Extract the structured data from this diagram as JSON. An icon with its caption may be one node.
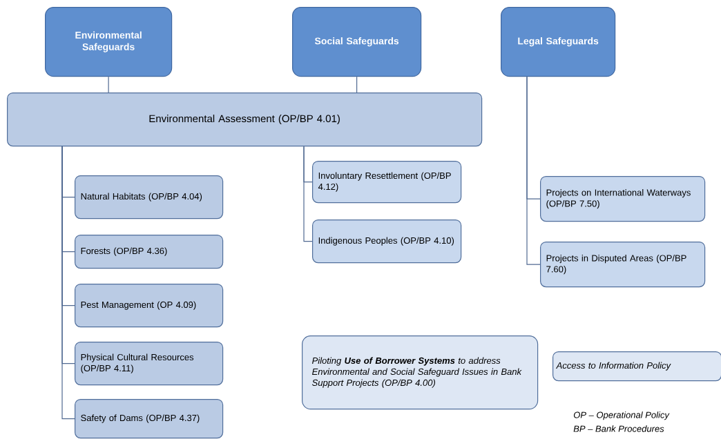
{
  "diagram": {
    "nodes": [
      {
        "text": [
          "Environmental Safeguards"
        ]
      },
      {
        "text": [
          "Social Safeguards"
        ]
      },
      {
        "text": [
          "Legal Safeguards"
        ]
      },
      {
        "text": [
          "Environmental Assessment (OP/BP 4.01)"
        ]
      },
      {
        "text": [
          "Natural Habitats (OP/BP 4.04)"
        ]
      },
      {
        "text": [
          "Forests (OP/BP 4.36)"
        ]
      },
      {
        "text": [
          "Pest Management (OP 4.09)"
        ]
      },
      {
        "text": [
          "Physical Cultural Resources (OP/BP 4.11)"
        ]
      },
      {
        "text": [
          "Safety of Dams (OP/BP 4.37)"
        ]
      },
      {
        "text": [
          "Involuntary Resettlement (OP/BP 4.12)"
        ]
      },
      {
        "text": [
          "Indigenous Peoples (OP/BP 4.10)"
        ]
      },
      {
        "text": [
          "Projects on International Waterways (OP/BP 7.50)"
        ]
      },
      {
        "text": [
          "Projects in Disputed Areas (OP/BP 7.60)"
        ]
      },
      {
        "text": [
          "Piloting **Use of Borrower Systems** to address Environmental and Social Safeguard Issues in Bank Support Projects (OP/BP 4.00)"
        ]
      },
      {
        "text": [
          "Access to Information Policy"
        ]
      }
    ],
    "edges": [
      {
        "from": 0,
        "to": 3,
        "arrow": "none"
      },
      {
        "from": 1,
        "to": 3,
        "arrow": "none"
      },
      {
        "from": 3,
        "to": 4,
        "arrow": "none"
      },
      {
        "from": 3,
        "to": 5,
        "arrow": "none"
      },
      {
        "from": 3,
        "to": 6,
        "arrow": "none"
      },
      {
        "from": 3,
        "to": 7,
        "arrow": "none"
      },
      {
        "from": 3,
        "to": 8,
        "arrow": "none"
      },
      {
        "from": 3,
        "to": 9,
        "arrow": "none"
      },
      {
        "from": 3,
        "to": 10,
        "arrow": "none"
      },
      {
        "from": 2,
        "to": 11,
        "arrow": "none"
      },
      {
        "from": 2,
        "to": 12,
        "arrow": "none"
      }
    ],
    "labels": [
      "OP – Operational Policy",
      "BP – Bank Procedures"
    ]
  }
}
